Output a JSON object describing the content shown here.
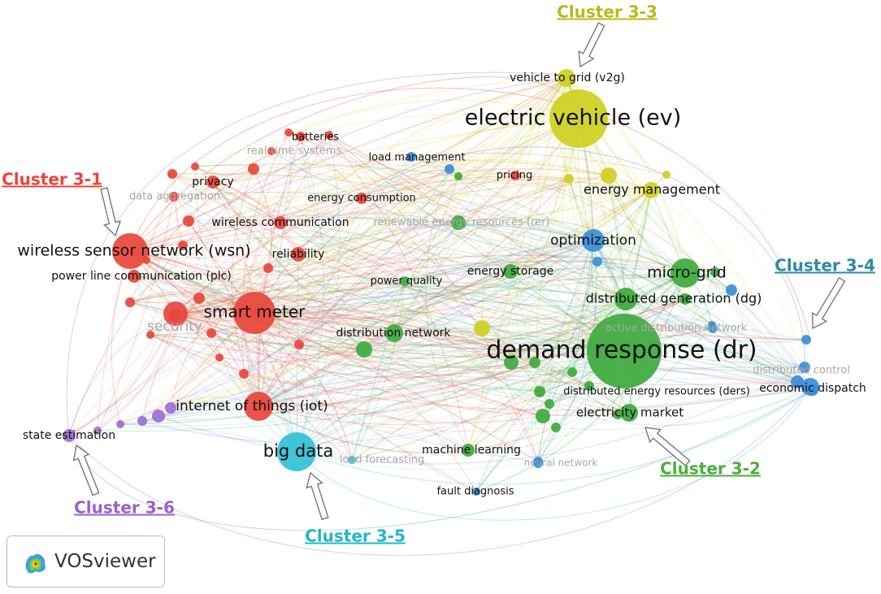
{
  "colors": {
    "red": "#e8453c",
    "green": "#3daa3d",
    "blue": "#3a8ed8",
    "yellow": "#cfcf1f",
    "cyan": "#33c0d6",
    "purple": "#9b6fd0",
    "faded_label": "#a8a8a8"
  },
  "clusters": [
    {
      "id": "c31",
      "label": "Cluster 3-1",
      "color": "#e8453c"
    },
    {
      "id": "c32",
      "label": "Cluster 3-2",
      "color": "#4caf3c"
    },
    {
      "id": "c33",
      "label": "Cluster 3-3",
      "color": "#b9b91a"
    },
    {
      "id": "c34",
      "label": "Cluster 3-4",
      "color": "#2f8aa6"
    },
    {
      "id": "c35",
      "label": "Cluster 3-5",
      "color": "#22b6c8"
    },
    {
      "id": "c36",
      "label": "Cluster 3-6",
      "color": "#9b5fcf"
    }
  ],
  "keywords": [
    {
      "label": "demand response (dr)",
      "cluster": "green",
      "weight": 10
    },
    {
      "label": "electric vehicle (ev)",
      "cluster": "yellow",
      "weight": 8
    },
    {
      "label": "smart meter",
      "cluster": "red",
      "weight": 7
    },
    {
      "label": "wireless sensor network (wsn)",
      "cluster": "red",
      "weight": 6
    },
    {
      "label": "big data",
      "cluster": "cyan",
      "weight": 6
    },
    {
      "label": "micro-grid",
      "cluster": "green",
      "weight": 5
    },
    {
      "label": "internet of things (iot)",
      "cluster": "red",
      "weight": 5
    },
    {
      "label": "optimization",
      "cluster": "blue",
      "weight": 4
    },
    {
      "label": "distributed generation (dg)",
      "cluster": "green",
      "weight": 4
    },
    {
      "label": "energy management",
      "cluster": "yellow",
      "weight": 3
    },
    {
      "label": "vehicle to grid (v2g)",
      "cluster": "yellow",
      "weight": 3
    },
    {
      "label": "security",
      "cluster": "red",
      "weight": 4
    },
    {
      "label": "distribution network",
      "cluster": "green",
      "weight": 3
    },
    {
      "label": "electricity market",
      "cluster": "green",
      "weight": 3
    },
    {
      "label": "energy storage",
      "cluster": "green",
      "weight": 3
    },
    {
      "label": "economic dispatch",
      "cluster": "blue",
      "weight": 2
    },
    {
      "label": "distributed control",
      "cluster": "blue",
      "weight": 2
    },
    {
      "label": "state estimation",
      "cluster": "purple",
      "weight": 2
    },
    {
      "label": "machine learning",
      "cluster": "green",
      "weight": 2
    },
    {
      "label": "fault diagnosis",
      "cluster": "blue",
      "weight": 1
    },
    {
      "label": "power quality",
      "cluster": "green",
      "weight": 1
    },
    {
      "label": "reliability",
      "cluster": "red",
      "weight": 2
    },
    {
      "label": "wireless communication",
      "cluster": "red",
      "weight": 2
    },
    {
      "label": "energy consumption",
      "cluster": "red",
      "weight": 2
    },
    {
      "label": "privacy",
      "cluster": "red",
      "weight": 2
    },
    {
      "label": "batteries",
      "cluster": "red",
      "weight": 1
    },
    {
      "label": "load management",
      "cluster": "blue",
      "weight": 1
    },
    {
      "label": "pricing",
      "cluster": "red",
      "weight": 1
    },
    {
      "label": "power line communication (plc)",
      "cluster": "red",
      "weight": 2
    },
    {
      "label": "data aggregation",
      "cluster": "red",
      "weight": 1
    },
    {
      "label": "real-time systems",
      "cluster": "red",
      "weight": 1
    },
    {
      "label": "renewable energy resources (rer)",
      "cluster": "green",
      "weight": 1
    },
    {
      "label": "active distribution network",
      "cluster": "blue",
      "weight": 1
    },
    {
      "label": "distributed energy resources (ders)",
      "cluster": "green",
      "weight": 1
    },
    {
      "label": "load forecasting",
      "cluster": "cyan",
      "weight": 1
    },
    {
      "label": "neural network",
      "cluster": "blue",
      "weight": 1
    }
  ],
  "logo_text": "VOSviewer"
}
